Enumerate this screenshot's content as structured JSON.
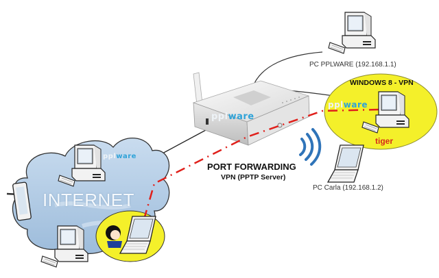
{
  "diagram": {
    "title": "PORT FORWARDING",
    "subtitle": "VPN (PPTP Server)",
    "nodes": {
      "internet": {
        "label": "INTERNET"
      },
      "router": {
        "brand": "pplware"
      },
      "pc_pplware": {
        "label": "PC PPLWARE (192.168.1.1)"
      },
      "pc_carla": {
        "label": "PC Carla (192.168.1.2)"
      },
      "windows_vpn": {
        "label": "WINDOWS 8 - VPN",
        "user": "tiger",
        "brand": "pplware"
      },
      "cloud_brand": "pplware"
    },
    "brand_parts": [
      "ppl",
      "ware"
    ],
    "colors": {
      "vpn_tunnel": "#e0201b",
      "highlight": "#f4f02a",
      "cloud": "#a9c6e2",
      "wifi": "#2f74b9",
      "brand_accent": "#2fa3d8"
    }
  }
}
